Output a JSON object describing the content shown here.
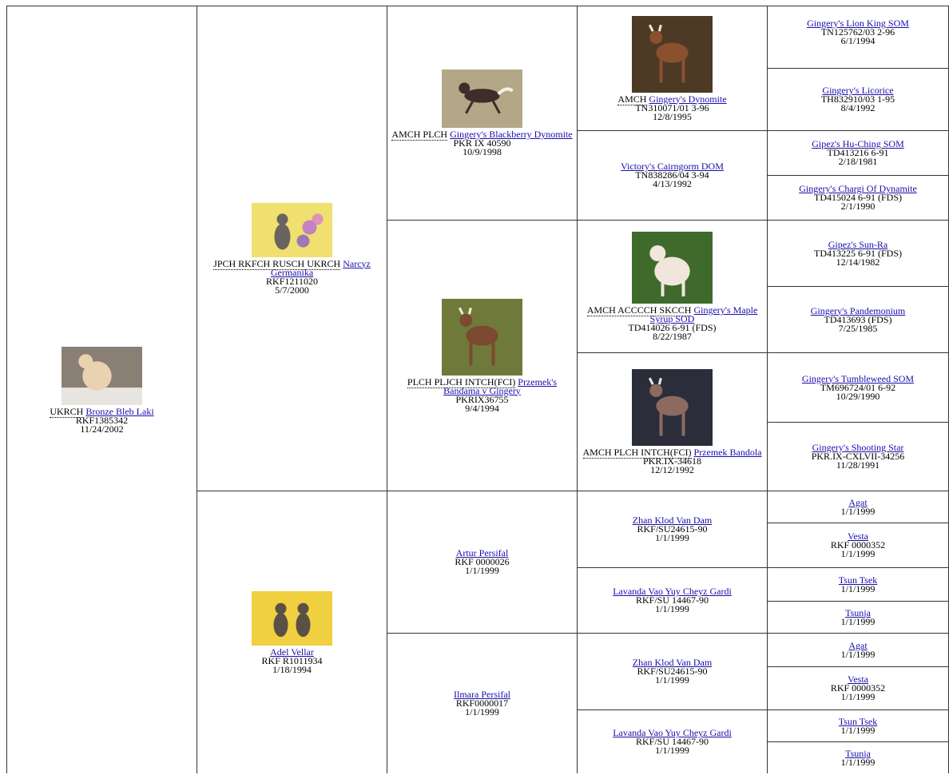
{
  "pedigree": {
    "subject": {
      "title": "UKRCH",
      "name": "Bronze Bleb Laki",
      "reg": "RKF1385342",
      "dob": "11/24/2002"
    },
    "sire": {
      "title": "JPCH RKFCH RUSCH UKRCH",
      "name": "Narcyz Germanika",
      "reg": "RKF1211020",
      "dob": "5/7/2000"
    },
    "dam": {
      "title": "",
      "name": "Adel Vellar",
      "reg": "RKF R1011934",
      "dob": "1/18/1994"
    },
    "ss": {
      "title": "AMCH PLCH",
      "name": "Gingery's Blackberry Dynomite",
      "reg": "PKR IX 40590",
      "dob": "10/9/1998"
    },
    "sd": {
      "title": "PLCH PLJCH INTCH(FCI)",
      "name": "Przemek's Bandama v Gingery",
      "reg": "PKRIX36755",
      "dob": "9/4/1994"
    },
    "ds": {
      "title": "",
      "name": "Artur Persifal",
      "reg": "RKF 0000026",
      "dob": "1/1/1999"
    },
    "dd": {
      "title": "",
      "name": "Ilmara Persifal",
      "reg": "RKF0000017",
      "dob": "1/1/1999"
    },
    "sss": {
      "title": "AMCH",
      "name": "Gingery's Dynomite",
      "reg": "TN310071/01 3-96",
      "dob": "12/8/1995"
    },
    "ssd": {
      "title": "",
      "name": "Victory's Cairngorm DOM",
      "reg": "TN838286/04 3-94",
      "dob": "4/13/1992"
    },
    "sds": {
      "title": "AMCH ACCCCH SKCCH",
      "name": "Gingery's Maple Syrup SOD",
      "reg": "TD414026 6-91 (FDS)",
      "dob": "8/22/1987"
    },
    "sdd": {
      "title": "AMCH PLCH INTCH(FCI)",
      "name": "Przemek Bandola",
      "reg": "PKR.IX-34618",
      "dob": "12/12/1992"
    },
    "dss": {
      "title": "",
      "name": "Zhan Klod Van Dam",
      "reg": "RKF/SU24615-90",
      "dob": "1/1/1999"
    },
    "dsd": {
      "title": "",
      "name": "Lavanda Vao Yuy Cheyz Gardi",
      "reg": "RKF/SU 14467-90",
      "dob": "1/1/1999"
    },
    "dds": {
      "title": "",
      "name": "Zhan Klod Van Dam",
      "reg": "RKF/SU24615-90",
      "dob": "1/1/1999"
    },
    "ddd": {
      "title": "",
      "name": "Lavanda Vao Yuy Cheyz Gardi",
      "reg": "RKF/SU 14467-90",
      "dob": "1/1/1999"
    },
    "g5": [
      {
        "title": "",
        "name": "Gingery's Lion King SOM",
        "reg": "TN125762/03 2-96",
        "dob": "6/1/1994"
      },
      {
        "title": "",
        "name": "Gingery's Licorice",
        "reg": "TH832910/03 1-95",
        "dob": "8/4/1992"
      },
      {
        "title": "",
        "name": "Gipez's Hu-Ching SOM",
        "reg": "TD413216 6-91",
        "dob": "2/18/1981"
      },
      {
        "title": "",
        "name": "Gingery's Chargi Of Dynamite",
        "reg": "TD415024 6-91 (FDS)",
        "dob": "2/1/1990"
      },
      {
        "title": "",
        "name": "Gipez's Sun-Ra",
        "reg": "TD413225 6-91 (FDS)",
        "dob": "12/14/1982"
      },
      {
        "title": "",
        "name": "Gingery's Pandemonium",
        "reg": "TD413693 (FDS)",
        "dob": "7/25/1985"
      },
      {
        "title": "",
        "name": "Gingery's Tumbleweed SOM",
        "reg": "TM696724/01 6-92",
        "dob": "10/29/1990"
      },
      {
        "title": "",
        "name": "Gingery's Shooting Star",
        "reg": "PKR.IX-CXLVII-34256",
        "dob": "11/28/1991"
      },
      {
        "title": "",
        "name": "Agat",
        "reg": "",
        "dob": "1/1/1999"
      },
      {
        "title": "",
        "name": "Vesta",
        "reg": "RKF 0000352",
        "dob": "1/1/1999"
      },
      {
        "title": "",
        "name": "Tsun Tsek",
        "reg": "",
        "dob": "1/1/1999"
      },
      {
        "title": "",
        "name": "Tsunja",
        "reg": "",
        "dob": "1/1/1999"
      },
      {
        "title": "",
        "name": "Agat",
        "reg": "",
        "dob": "1/1/1999"
      },
      {
        "title": "",
        "name": "Vesta",
        "reg": "RKF 0000352",
        "dob": "1/1/1999"
      },
      {
        "title": "",
        "name": "Tsun Tsek",
        "reg": "",
        "dob": "1/1/1999"
      },
      {
        "title": "",
        "name": "Tsunja",
        "reg": "",
        "dob": "1/1/1999"
      }
    ]
  },
  "photos": {
    "subject": {
      "bg": "#8a7f74",
      "dog": "#e8d2b0",
      "kind": "crested"
    },
    "sire": {
      "bg": "#efe070",
      "dog": "#6a6460",
      "kind": "sit"
    },
    "dam": {
      "bg": "#f0cf40",
      "dog": "#5a5046",
      "kind": "pair"
    },
    "ss": {
      "bg": "#b4a788",
      "dog": "#3c2e28",
      "kind": "run"
    },
    "sd": {
      "bg": "#6f7a3a",
      "dog": "#7b4a30",
      "kind": "stand"
    },
    "sss": {
      "bg": "#4d3a24",
      "dog": "#8a5030",
      "kind": "stand"
    },
    "sds": {
      "bg": "#3f6a2c",
      "dog": "#f0e6dc",
      "kind": "fluffy"
    },
    "sdd": {
      "bg": "#2b2d3a",
      "dog": "#8c6a60",
      "kind": "stand"
    }
  }
}
